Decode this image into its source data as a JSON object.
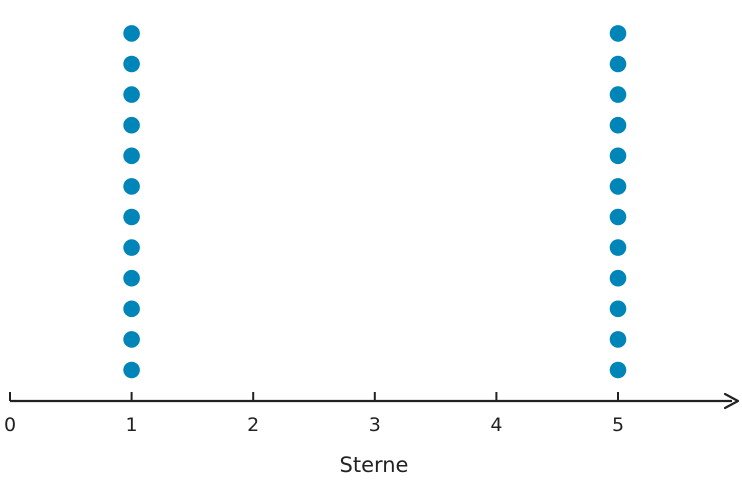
{
  "chart_data": {
    "type": "dot_plot",
    "xlabel": "Sterne",
    "ticks": [
      0,
      1,
      2,
      3,
      4,
      5
    ],
    "xlim": [
      0,
      6
    ],
    "points": [
      {
        "x": 1,
        "count": 12
      },
      {
        "x": 5,
        "count": 12
      }
    ],
    "grid": false,
    "marker_color": "#0085b8",
    "axis_color": "#222222"
  }
}
